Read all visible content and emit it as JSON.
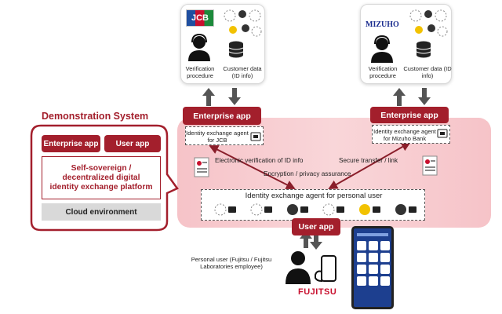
{
  "jcb": {
    "logo": "JCB",
    "verification": "Verification procedure",
    "customer_data": "Customer data (ID info)",
    "enterprise_app": "Enterprise app",
    "agent": "Identity exchange agent for JCB"
  },
  "mizuho": {
    "logo": "MIZUHO",
    "verification": "Verification procedure",
    "customer_data": "Customer data (ID info)",
    "enterprise_app": "Enterprise app",
    "agent": "Identity exchange agent for Mizuho Bank"
  },
  "demo": {
    "title": "Demonstration System",
    "enterprise_app": "Enterprise app",
    "user_app": "User app",
    "platform": "Self-sovereign / decentralized digital identity exchange platform",
    "cloud": "Cloud environment"
  },
  "flows": {
    "electronic_verification": "Electronic verification of ID info",
    "secure_transfer": "Secure transfer / link",
    "encryption": "Encryption / privacy assurance"
  },
  "personal_agent": "Identity exchange agent for personal user",
  "user_app": "User app",
  "personal_user": "Personal user (Fujitsu / Fujitsu Laboratories employee)",
  "fujitsu_logo": "FUJITSU",
  "colors": {
    "accent_red": "#a31f2c",
    "pink_bg": "#f7cfd3",
    "cloud_gray": "#d9d9d9"
  }
}
